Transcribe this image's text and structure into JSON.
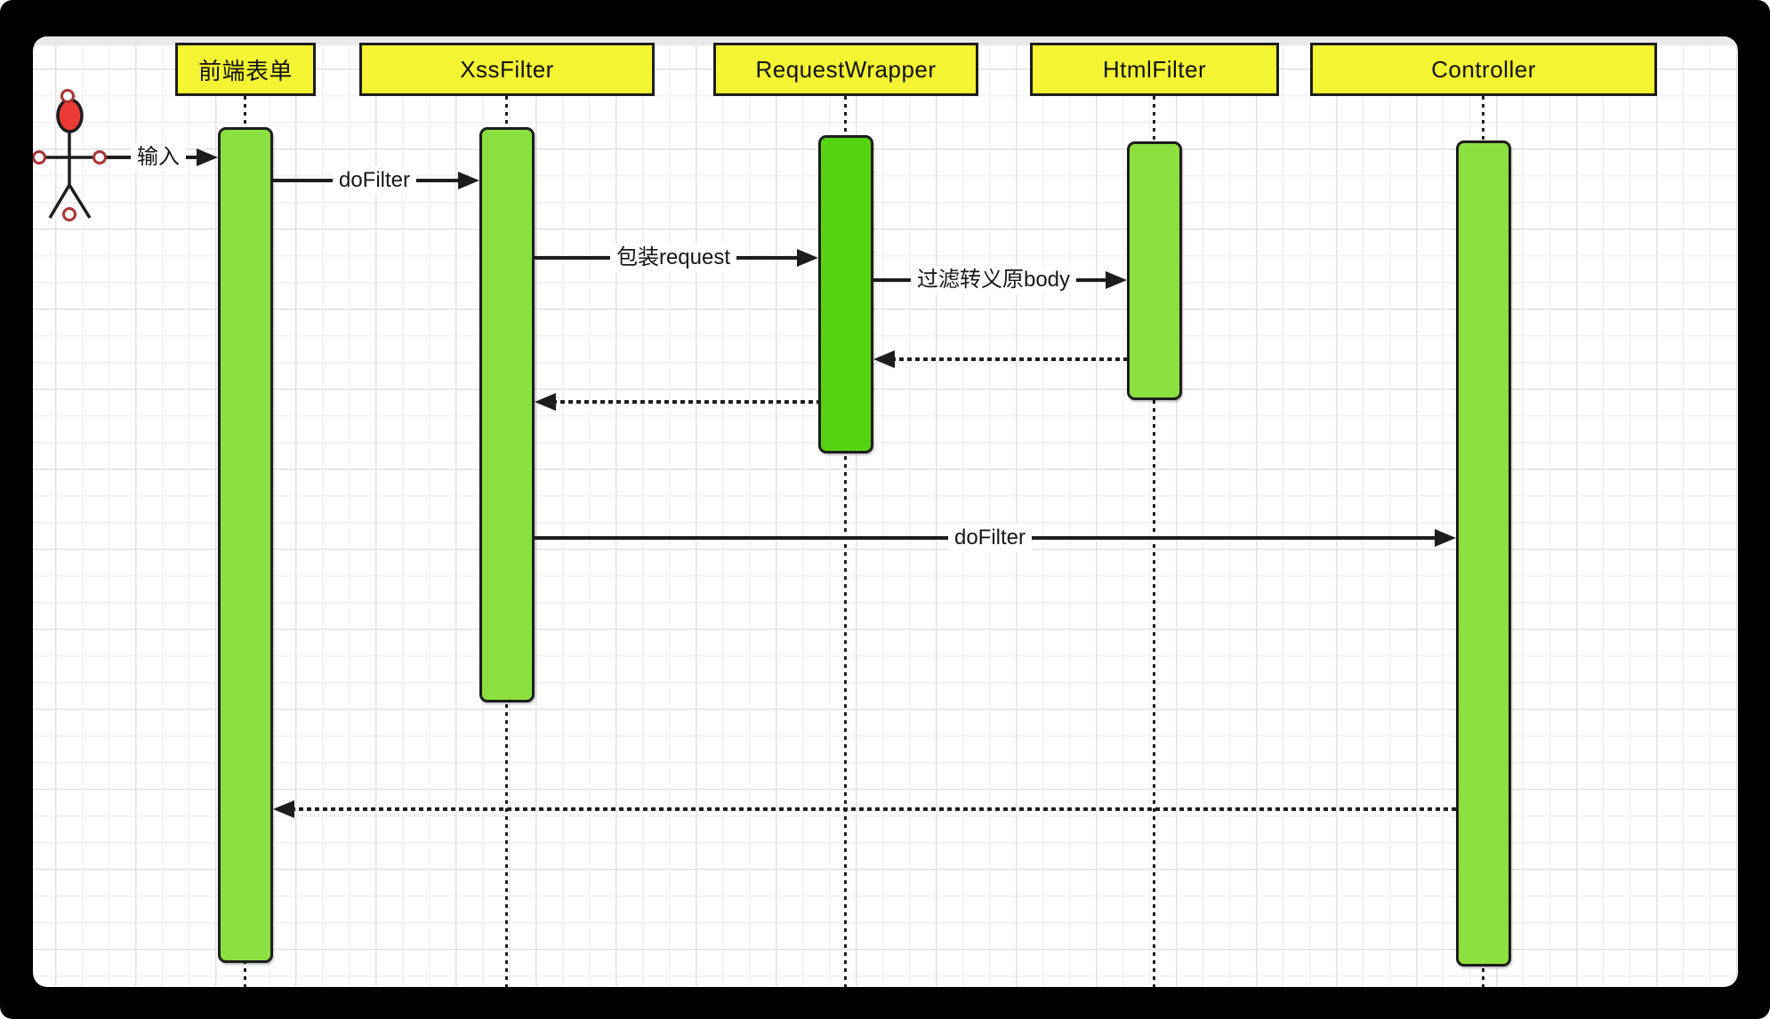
{
  "diagram": {
    "type": "uml-sequence-diagram",
    "actor": {
      "name": "user-actor"
    },
    "participants": [
      {
        "name": "frontend-form",
        "label": "前端表单"
      },
      {
        "name": "xss-filter",
        "label": "XssFilter"
      },
      {
        "name": "request-wrapper",
        "label": "RequestWrapper"
      },
      {
        "name": "html-filter",
        "label": "HtmlFilter"
      },
      {
        "name": "controller",
        "label": "Controller"
      }
    ],
    "messages": [
      {
        "from": "user-actor",
        "to": "frontend-form",
        "label": "输入",
        "style": "solid"
      },
      {
        "from": "frontend-form",
        "to": "xss-filter",
        "label": "doFilter",
        "style": "solid"
      },
      {
        "from": "xss-filter",
        "to": "request-wrapper",
        "label": "包装request",
        "style": "solid"
      },
      {
        "from": "request-wrapper",
        "to": "html-filter",
        "label": "过滤转义原body",
        "style": "solid"
      },
      {
        "from": "html-filter",
        "to": "request-wrapper",
        "label": "",
        "style": "dotted-return"
      },
      {
        "from": "request-wrapper",
        "to": "xss-filter",
        "label": "",
        "style": "dotted-return"
      },
      {
        "from": "xss-filter",
        "to": "controller",
        "label": "doFilter",
        "style": "solid"
      },
      {
        "from": "controller",
        "to": "frontend-form",
        "label": "",
        "style": "dotted-return"
      }
    ],
    "colors": {
      "background": "#000000",
      "canvas": "#FFFFFF",
      "grid_minor": "#F0F0F0",
      "grid_major": "#E2E2E2",
      "participant_fill": "#F4F532",
      "activation_fill": "#8BDF3F",
      "activation_fill_strong": "#55D312",
      "stroke": "#1D1D1D",
      "actor_head_fill": "#EC3B34",
      "handle_ring": "#A83434"
    }
  }
}
